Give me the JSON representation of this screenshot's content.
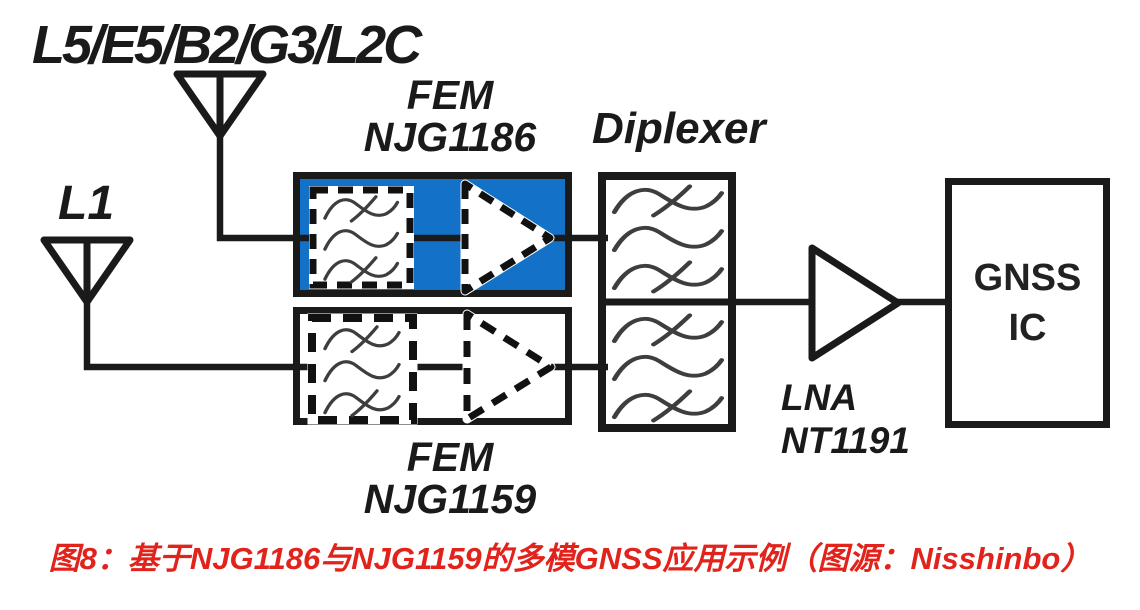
{
  "diagram": {
    "antenna_top": {
      "label": "L5/E5/B2/G3/L2C"
    },
    "antenna_l1": {
      "label": "L1"
    },
    "fem1186": {
      "name": "FEM",
      "part": "NJG1186"
    },
    "fem1159": {
      "name": "FEM",
      "part": "NJG1159"
    },
    "diplexer": {
      "label": "Diplexer"
    },
    "lna": {
      "name": "LNA",
      "part": "NT1191"
    },
    "gnss_ic": {
      "line1": "GNSS",
      "line2": "IC"
    },
    "colors": {
      "fem1186_fill": "#1372c8",
      "line_black": "#1a1a1a",
      "wave_gray": "#3e3e3e"
    }
  },
  "caption": {
    "text": "图8：基于NJG1186与NJG1159的多模GNSS应用示例（图源：Nisshinbo）",
    "color": "#e2231c"
  }
}
